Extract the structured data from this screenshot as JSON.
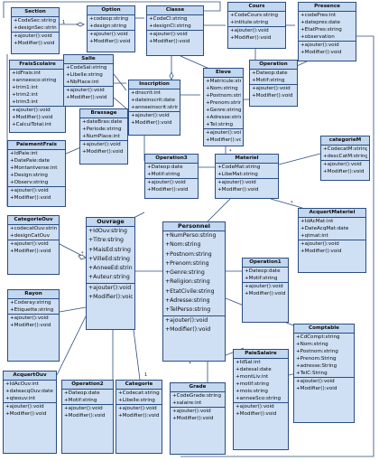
{
  "classes": {
    "section": {
      "name": "Section",
      "attrs": [
        "+CodeSec:string",
        "+designSec:string"
      ],
      "ops": [
        "+ajouter():void",
        "+Modifier():void"
      ]
    },
    "option": {
      "name": "Option",
      "attrs": [
        "+codeop:string",
        "+design:string"
      ],
      "ops": [
        "+ajouter():void",
        "+Modifier():void"
      ]
    },
    "classe": {
      "name": "Classe",
      "attrs": [
        "+CodeCl:string",
        "+designCl:string"
      ],
      "ops": [
        "+ajouter():void",
        "+Modifier():void"
      ]
    },
    "cours": {
      "name": "Cours",
      "attrs": [
        "+CodeCours:string",
        "+intitule:string"
      ],
      "ops": [
        "+ajouter():void",
        "+Modifier():void"
      ]
    },
    "presence": {
      "name": "Presence",
      "attrs": [
        "+codePres:int",
        "+datepres:date",
        "+EtatPres:string",
        "+observation"
      ],
      "ops": [
        "+ajouter():void",
        "+Modifier():void"
      ]
    },
    "fraisscolaire": {
      "name": "FraisScolaire",
      "attrs": [
        "+idFrais:int",
        "+anneesco:string",
        "+trim1:int",
        "+trim2:int",
        "+trim3:int"
      ],
      "ops": [
        "+ajouter():void",
        "+Modifier():void",
        "+CalculTotal:int"
      ]
    },
    "salle": {
      "name": "Salle",
      "attrs": [
        "+CodeSal:string",
        "+Libelle:string",
        "+NbPlace:int"
      ],
      "ops": [
        "+ajouter():void",
        "+Modifier():void"
      ]
    },
    "inscription": {
      "name": "Inscription",
      "attrs": [
        "+dnscrit:int",
        "+dateinscrit:date",
        "+anneeinscrit:string"
      ],
      "ops": [
        "+ajouter():void",
        "+Modifier():void"
      ]
    },
    "brassage": {
      "name": "Brassage",
      "attrs": [
        "+dateBras:date",
        "+Periode:string",
        "+NumPlace:int"
      ],
      "ops": [
        "+ajouter():void",
        "+Modifier():void"
      ]
    },
    "eleve": {
      "name": "Eleve",
      "attrs": [
        "+Matricule:string",
        "+Nom:string",
        "+Postnom:string",
        "+Prenom:string",
        "+Genre:string",
        "+Adresse:string",
        "+Tel:string"
      ],
      "ops": [
        "+ajouter():void",
        "+Modifier():void"
      ]
    },
    "operation": {
      "name": "Operation",
      "attrs": [
        "+Dateop:date",
        "+Motif:string"
      ],
      "ops": [
        "+ajouter():void",
        "+Modifier():void"
      ]
    },
    "paiementfrais": {
      "name": "PaiementFrais",
      "attrs": [
        "+IdPaie:int",
        "+DatePaie:date",
        "+Montantverse:int",
        "+Design:string",
        "+Observ:string"
      ],
      "ops": [
        "+ajouter():void",
        "+Modifier():void"
      ]
    },
    "operation3": {
      "name": "Operation3",
      "attrs": [
        "+Dateop:date",
        "+Motif:string"
      ],
      "ops": [
        "+ajouter():void",
        "+Modifier():void"
      ]
    },
    "materiel": {
      "name": "Materiel",
      "attrs": [
        "+CodeMat:string",
        "+LibeMat:string"
      ],
      "ops": [
        "+ajouter():void",
        "+Modifier():void"
      ]
    },
    "categoriem": {
      "name": "categorieM",
      "attrs": [
        "+CodecatM:string",
        "+descCatM:string"
      ],
      "ops": [
        "+ajouter():void",
        "+Modifier():void"
      ]
    },
    "categorieouv": {
      "name": "CategorieOuv",
      "attrs": [
        "+codecatOuv:string",
        "+designCatOuv"
      ],
      "ops": [
        "+ajouter():void",
        "+Modifier():void"
      ]
    },
    "ouvrage": {
      "name": "Ouvrage",
      "attrs": [
        "+IdOuv:string",
        "+Titre:string",
        "+MaisEd:string",
        "+VilleEd:string",
        "+AnneeEd:string",
        "+Auteur:string"
      ],
      "ops": [
        "+ajouter():void",
        "+Modifier():void"
      ]
    },
    "personnel": {
      "name": "Personnel",
      "attrs": [
        "+NumPerso:string",
        "+Nom:string",
        "+Postnom:string",
        "+Prenom:string",
        "+Genre:string",
        "+Religion:string",
        "+EtatCivile:string",
        "+Adresse:string",
        "+TelPerso:string"
      ],
      "ops": [
        "+ajouter():void",
        "+Modifier():void"
      ]
    },
    "acquertmateriel": {
      "name": "AcquertMateriel",
      "attrs": [
        "+IdAcMat:int",
        "+DateAcqMat:date",
        "+qtmat:int"
      ],
      "ops": [
        "+ajouter():void",
        "+Modifier():void"
      ]
    },
    "rayon": {
      "name": "Rayon",
      "attrs": [
        "+Coderay:string",
        "+Etiquette:string"
      ],
      "ops": [
        "+ajouter():void",
        "+Modifier():void"
      ]
    },
    "operation1": {
      "name": "Operation1",
      "attrs": [
        "+Dateop:date",
        "+Motif:string"
      ],
      "ops": [
        "+ajouter():void",
        "+Modifier():void"
      ]
    },
    "comptable": {
      "name": "Comptable",
      "attrs": [
        "+CdCompt:string",
        "+Nom:string",
        "+Postnom:string",
        "+Prenom:String",
        "+adresse:String",
        "+TelC:String"
      ],
      "ops": [
        "+ajouter():void",
        "+Modifier():void"
      ]
    },
    "paiesalaire": {
      "name": "PaieSalaire",
      "attrs": [
        "+IdSal:int",
        "+datesal:date",
        "+montLiv:int",
        "+motif:string",
        "+mois:string",
        "+anneeSco:string"
      ],
      "ops": [
        "+ajouter():void",
        "+Modifier():void"
      ]
    },
    "acquertouv": {
      "name": "AcquertOuv",
      "attrs": [
        "+IdAcOuv:int",
        "+dateacqOuv:date",
        "+qteouv:int"
      ],
      "ops": [
        "+ajouter():void",
        "+Modifier():void"
      ]
    },
    "operation2": {
      "name": "Operation2",
      "attrs": [
        "+Dateop:date",
        "+Motif:string"
      ],
      "ops": [
        "+ajouter():void",
        "+Modifier():void"
      ]
    },
    "categorie": {
      "name": "Categorie",
      "attrs": [
        "+Codecat:string",
        "+Libelle:string"
      ],
      "ops": [
        "+ajouter():void",
        "+Modifier():void"
      ]
    },
    "grade": {
      "name": "Grade",
      "attrs": [
        "+CodeGrade:string",
        "+salaire:int"
      ],
      "ops": [
        "+ajouter():void",
        "+Modifier():void"
      ]
    }
  },
  "multiplicities": {
    "one": "1",
    "many": "*"
  }
}
